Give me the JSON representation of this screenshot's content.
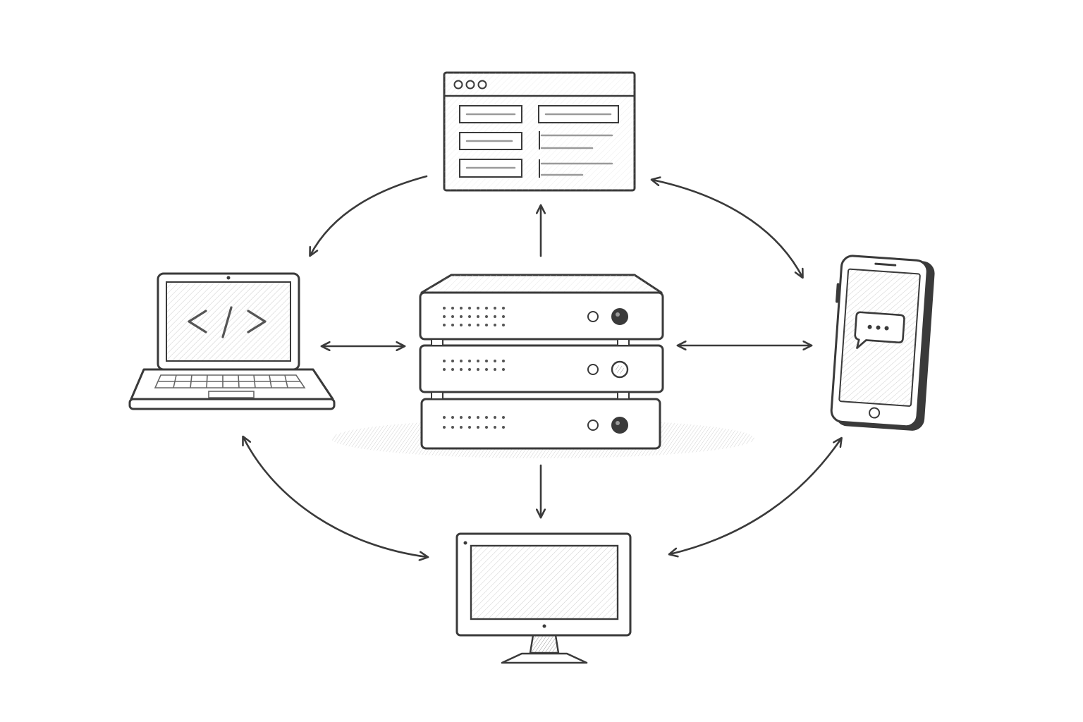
{
  "diagram": {
    "center": {
      "kind": "server-stack",
      "units": 3
    },
    "nodes": [
      {
        "id": "web-dashboard",
        "kind": "browser-window",
        "position": "top"
      },
      {
        "id": "laptop",
        "kind": "laptop",
        "position": "left",
        "screen_glyph": "</>"
      },
      {
        "id": "smartphone",
        "kind": "phone",
        "position": "right",
        "screen_icon": "chat-bubble-icon"
      },
      {
        "id": "desktop-monitor",
        "kind": "monitor",
        "position": "bottom"
      }
    ],
    "connections": [
      {
        "from": "server-stack",
        "to": "web-dashboard",
        "direction": "one-way"
      },
      {
        "from": "server-stack",
        "to": "desktop-monitor",
        "direction": "one-way"
      },
      {
        "from": "server-stack",
        "to": "laptop",
        "direction": "two-way"
      },
      {
        "from": "server-stack",
        "to": "smartphone",
        "direction": "two-way"
      },
      {
        "from": "web-dashboard",
        "to": "laptop",
        "direction": "one-way"
      },
      {
        "from": "web-dashboard",
        "to": "smartphone",
        "direction": "two-way"
      },
      {
        "from": "laptop",
        "to": "desktop-monitor",
        "direction": "two-way"
      },
      {
        "from": "smartphone",
        "to": "desktop-monitor",
        "direction": "two-way"
      }
    ],
    "style": {
      "stroke": "#3a3a3a",
      "shade": "#8a8a8a",
      "light_shade": "#e8e8e8",
      "background": "#ffffff"
    }
  }
}
